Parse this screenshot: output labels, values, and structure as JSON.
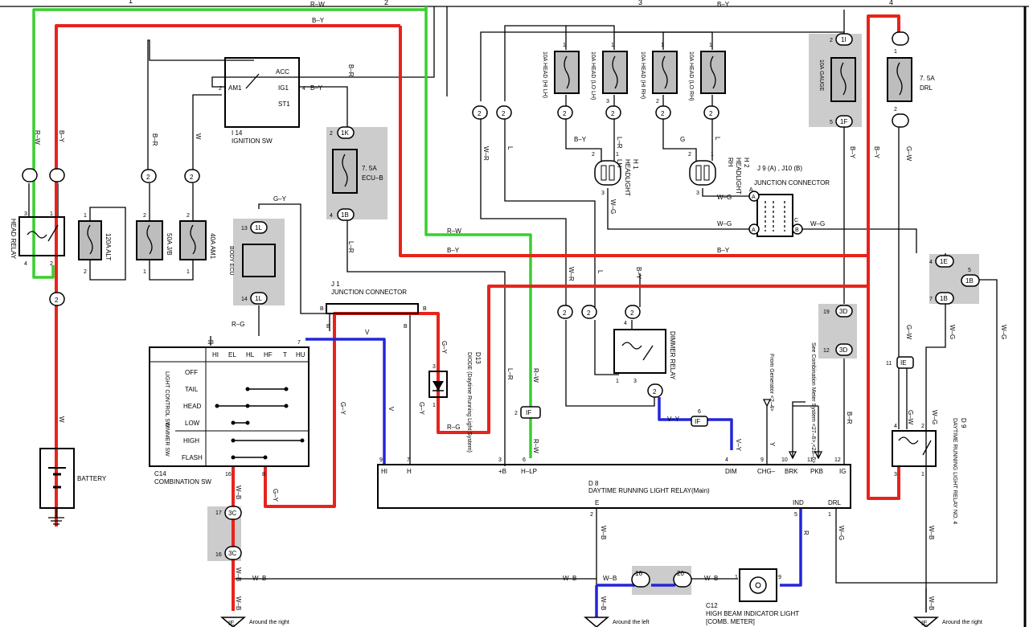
{
  "top_markers": [
    "1",
    "2",
    "3",
    "4"
  ],
  "colors": {
    "red_wire": "#e8231b",
    "green_wire": "#35d12c",
    "blue_wire": "#2426d8",
    "shade": "#cccccc"
  },
  "wires": {
    "rw": "R–W",
    "by": "B–Y",
    "br": "B–R",
    "w": "W",
    "gy": "G–Y",
    "lr": "L–R",
    "wr": "W–R",
    "l": "L",
    "g": "G",
    "wg": "W–G",
    "rg": "R–G",
    "v": "V",
    "vy": "V–Y",
    "y": "Y",
    "wb": "W–B",
    "r": "R",
    "gw": "G–W",
    "lr2": "L–R"
  },
  "components": {
    "head_relay": "HEAD RELAY",
    "alt": "120A ALT",
    "am2": "50A J/B",
    "am1": "40A AM1",
    "ign_sw_id": "I 14",
    "ign_sw_name": "IGNITION SW",
    "ign_acc": "ACC",
    "ign_ig1": "IG1",
    "ign_st1": "ST1",
    "ign_am1": "AM1",
    "ecub_rating": "7. 5A",
    "ecub_name": "ECU–B",
    "body_ecu": "BODY ECU",
    "fuse_hi_lh": "10A HEAD (HI LH)",
    "fuse_lo_lh": "10A HEAD (LO LH)",
    "fuse_hi_rh": "10A HEAD (HI RH)",
    "fuse_lo_rh": "10A HEAD (LO RH)",
    "gauge": "10A GAUGE",
    "drl_rating": "7. 5A",
    "drl_name": "DRL",
    "h1_id": "H 1",
    "h1_name": "HEADLIGHT",
    "h1_side": "LH",
    "h2_id": "H 2",
    "h2_name": "HEADLIGHT",
    "h2_side": "RH",
    "junction_ids": "J 9 (A) , J10 (B)",
    "junction_name": "JUNCTION CONNECTOR",
    "j1_id": "J 1",
    "j1_name": "JUNCTION CONNECTOR",
    "d13_id": "D13",
    "d13_name": "DIODE (Daytime Running Light System)",
    "dimmer_relay": "DIMMER RELAY",
    "d9_id": "D 9",
    "d9_name": "DAYTIME RUNNING LIGHT RELAY NO. 4",
    "d8_id": "D 8",
    "d8_name": "DAYTIME RUNNING LIGHT RELAY(Main)",
    "battery": "BATTERY",
    "c14_id": "C14",
    "c14_name": "COMBINATION SW",
    "c12_id": "C12",
    "c12_name": "HIGH BEAM INDICATOR LIGHT",
    "c12_sub": "[COMB. METER]",
    "from_generator": "From Generator <2–4>",
    "see_comb_meter": "See Combination Meter System <27–6>,<28–6>"
  },
  "switch_table": {
    "columns": [
      "HI",
      "EL",
      "HL",
      "HF",
      "T",
      "HU"
    ],
    "rows": [
      "OFF",
      "TAIL",
      "HEAD",
      "LOW",
      "HIGH",
      "FLASH"
    ],
    "side_light": "LIGHT CONTROL SW",
    "side_dimmer": "DIMMER SW"
  },
  "d8_pins": {
    "HI": "HI",
    "H": "H",
    "PB": "+B",
    "HLP": "H–LP",
    "DIM": "DIM",
    "CHG": "CHG–",
    "BRK": "BRK",
    "PKB": "PKB",
    "IG": "IG",
    "E": "E",
    "IND": "IND",
    "DRL": "DRL",
    "n9": "9",
    "n7": "7",
    "n3": "3",
    "n6": "6",
    "n4": "4",
    "n9b": "9",
    "n10": "10",
    "n11": "11",
    "n12": "12",
    "n2": "2",
    "n5": "5",
    "n1": "1"
  },
  "connectors": {
    "c1K": "1K",
    "c1B": "1B",
    "c1L": "1L",
    "c1I": "1I",
    "c1F": "1F",
    "c3D": "3D",
    "c1E": "1E",
    "c1B2": "1B",
    "c3C": "3C",
    "cIE": "IE",
    "cIF": "IF",
    "cA": "A",
    "cB": "B",
    "cC": "C",
    "c2": "2"
  },
  "pin_numbers": {
    "p1": "1",
    "p2": "2",
    "p3": "3",
    "p4": "4",
    "p5": "5",
    "p6": "6",
    "p7": "7",
    "p8": "8",
    "p9": "9",
    "p11": "11",
    "p12": "12",
    "p13": "13",
    "p14": "14",
    "p16": "16",
    "p17": "17",
    "p19": "19",
    "p20": "20"
  },
  "grounds": {
    "g_left": "Around the right",
    "g_mid": "Around the left",
    "g_right": "Around the right"
  },
  "splice_nums": {
    "s16": "16",
    "s20": "20",
    "s2": "2",
    "s5": "5"
  }
}
